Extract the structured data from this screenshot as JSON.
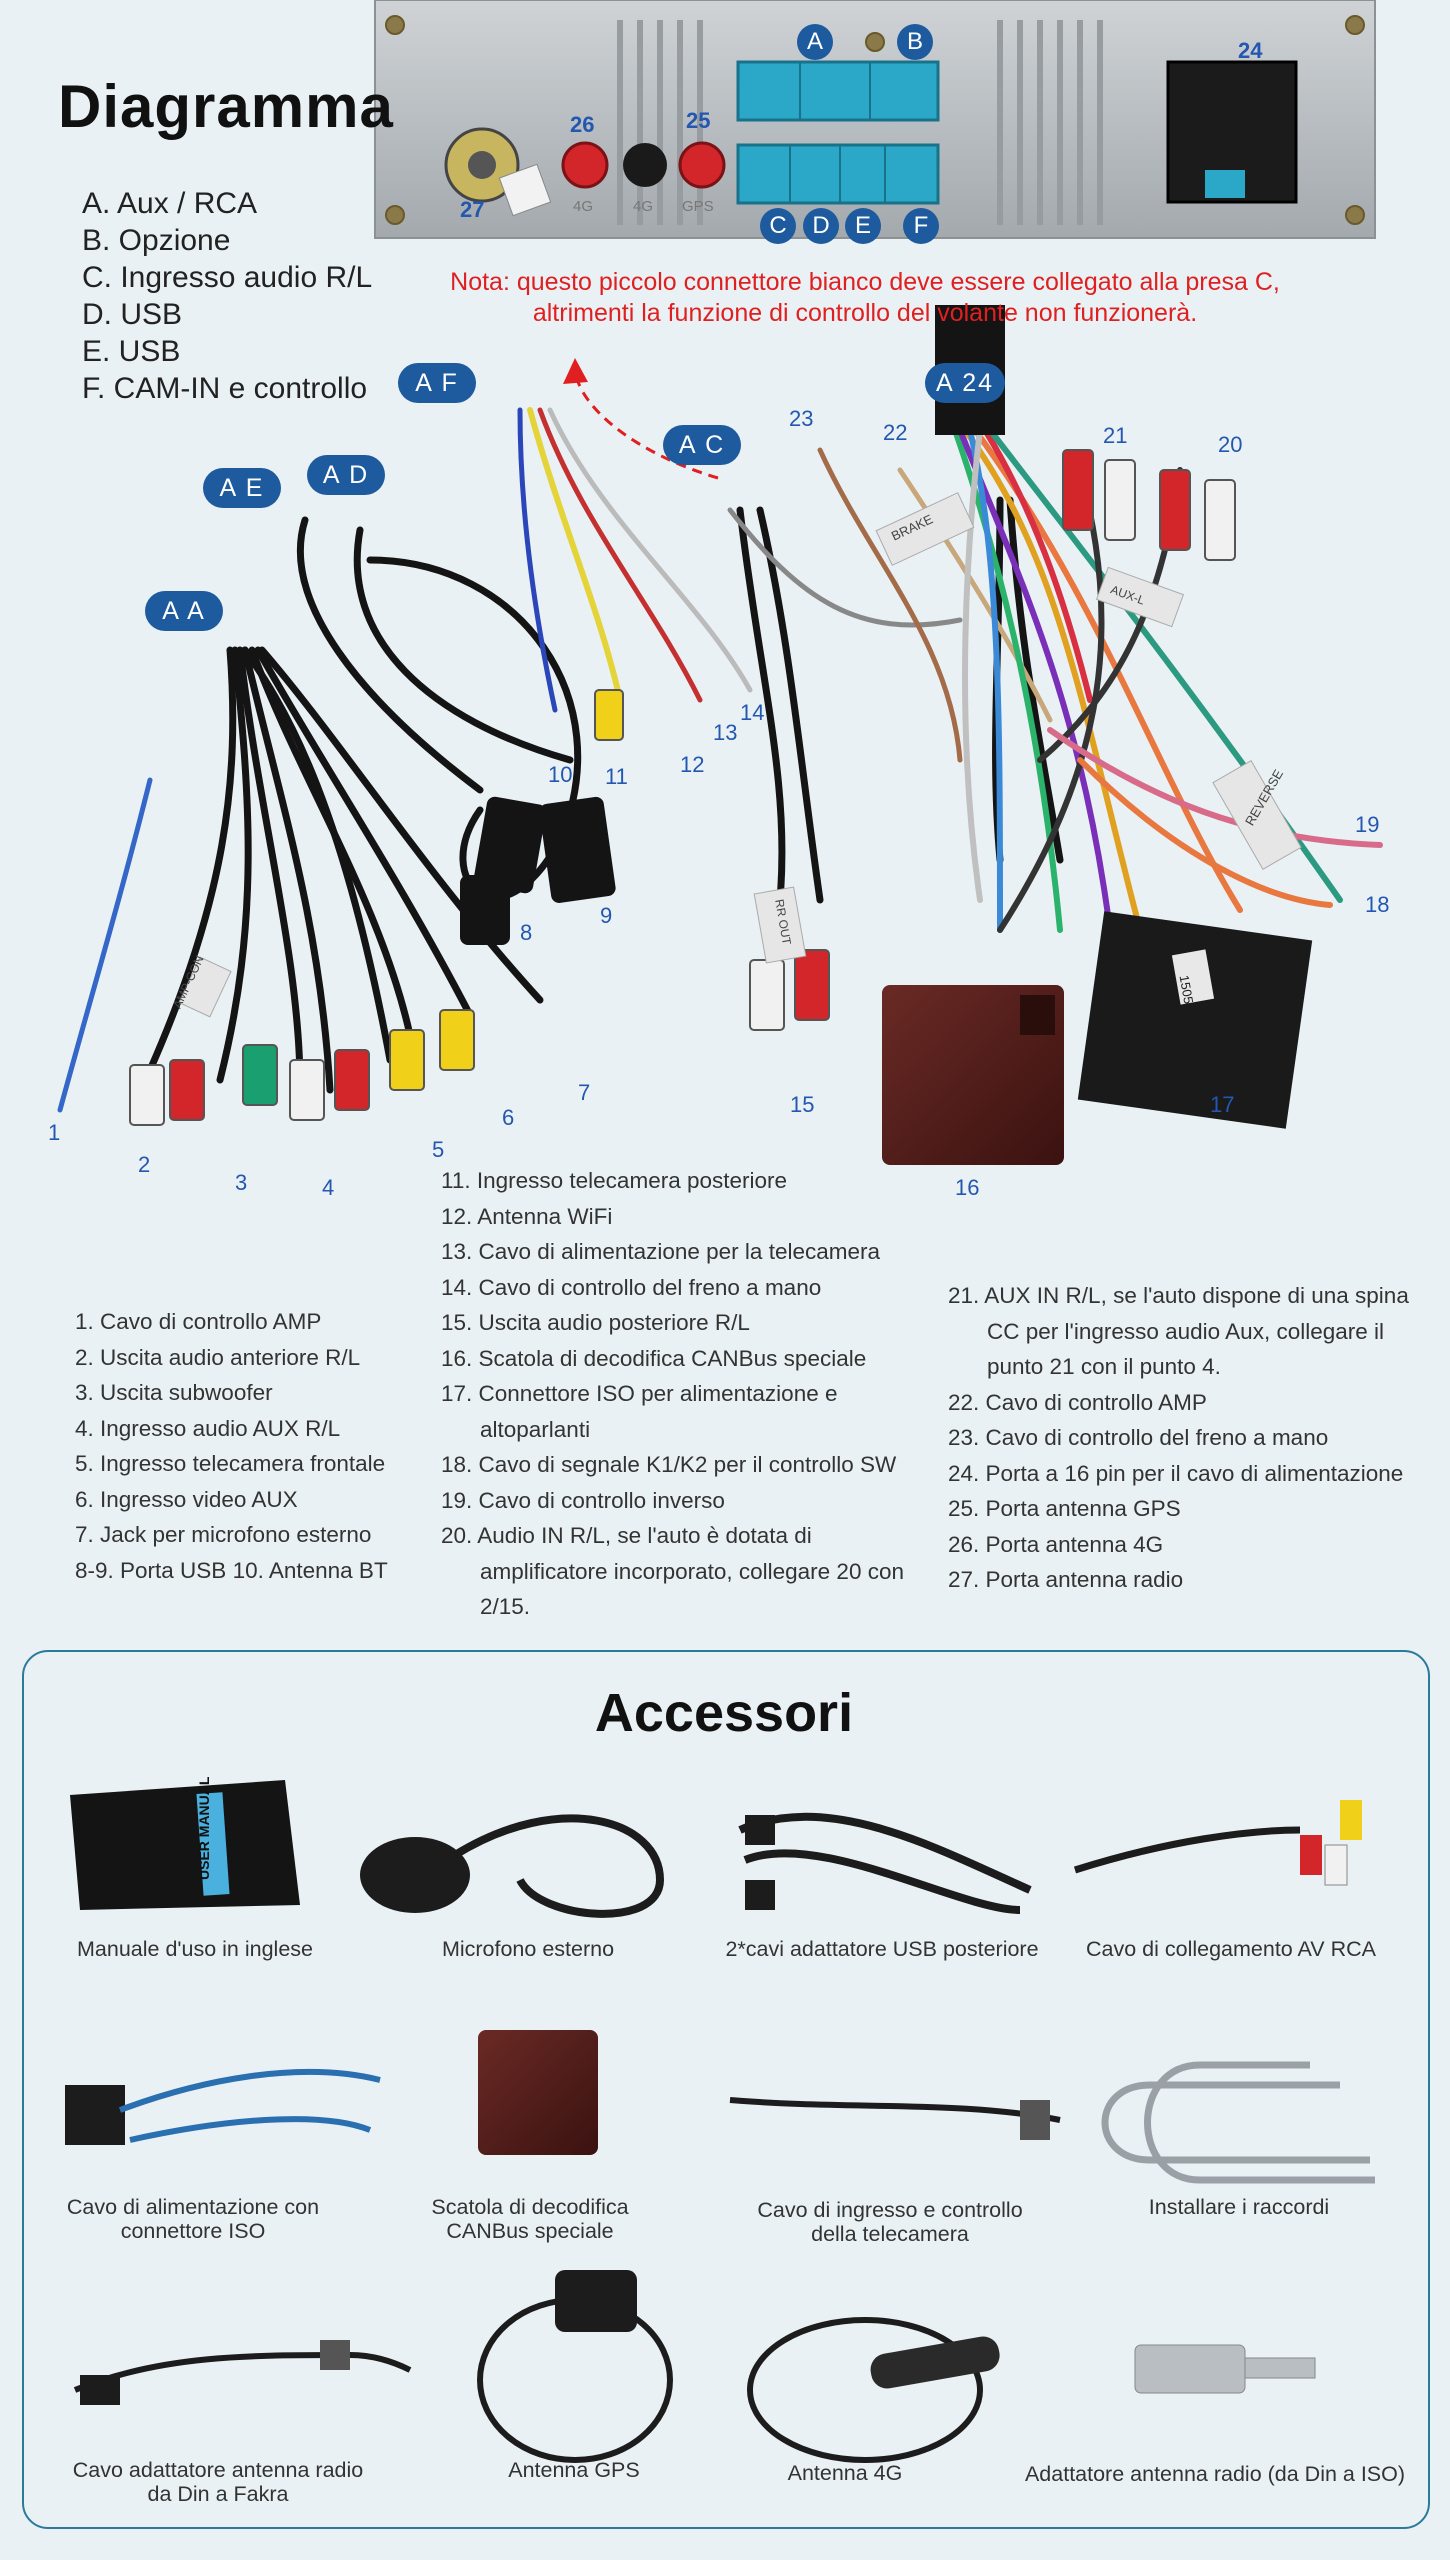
{
  "diagram": {
    "title": "Diagramma",
    "port_legend": [
      "A. Aux / RCA",
      "B. Opzione",
      "C. Ingresso audio R/L",
      "D. USB",
      "E. USB",
      "F. CAM-IN e controllo"
    ],
    "note_line1": "Nota: questo piccolo connettore bianco deve essere collegato alla presa C,",
    "note_line2": "altrimenti la funzione di controllo del volante non funzionerà.",
    "unit_ports": {
      "a": "A",
      "b": "B",
      "c": "C",
      "d": "D",
      "e": "E",
      "f": "F",
      "n24": "24",
      "n25": "25",
      "n26": "26",
      "n27": "27"
    },
    "unit_labels": {
      "gps": "GPS",
      "g4a": "4G",
      "g4b": "4G"
    },
    "badges": {
      "af": "A F",
      "ac": "A C",
      "a24": "A 24",
      "ae": "A E",
      "ad": "A D",
      "aa": "A A"
    },
    "numbers": {
      "n1": "1",
      "n2": "2",
      "n3": "3",
      "n4": "4",
      "n5": "5",
      "n6": "6",
      "n7": "7",
      "n8": "8",
      "n9": "9",
      "n10": "10",
      "n11": "11",
      "n12": "12",
      "n13": "13",
      "n14": "14",
      "n15": "15",
      "n16": "16",
      "n17": "17",
      "n18": "18",
      "n19": "19",
      "n20": "20",
      "n21": "21",
      "n22": "22",
      "n23": "23"
    },
    "cable_tags": {
      "brake": "BRAKE",
      "reverse": "REVERSE",
      "ampcon": "AMP-CON",
      "rrout": "RR OUT",
      "aux": "AUX-L",
      "iso": "1505"
    },
    "legend_col1": [
      "1. Cavo di controllo AMP",
      "2. Uscita audio anteriore R/L",
      "3. Uscita subwoofer",
      "4. Ingresso audio AUX R/L",
      "5. Ingresso telecamera frontale",
      "6. Ingresso video AUX",
      "7. Jack per microfono esterno",
      "8-9. Porta USB 10. Antenna BT"
    ],
    "legend_col2": [
      "11. Ingresso telecamera posteriore",
      "12. Antenna WiFi",
      "13. Cavo di alimentazione per la telecamera",
      "14. Cavo di controllo del freno a mano",
      "15. Uscita audio posteriore R/L",
      "16. Scatola di decodifica CANBus speciale",
      "17. Connettore ISO per alimentazione e altoparlanti",
      "18. Cavo di segnale K1/K2 per il controllo SW",
      "19. Cavo di controllo inverso",
      "20. Audio IN R/L, se l'auto è dotata di amplificatore incorporato, collegare 20 con 2/15."
    ],
    "legend_col3": [
      "21. AUX IN R/L, se l'auto dispone di una spina CC per l'ingresso audio Aux, collegare il punto 21 con il punto 4.",
      "22. Cavo di controllo AMP",
      "23. Cavo di controllo del freno a mano",
      "24. Porta a 16 pin per il cavo di alimentazione",
      "25. Porta antenna GPS",
      "26. Porta antenna 4G",
      "27. Porta antenna radio"
    ]
  },
  "accessories": {
    "title": "Accessori",
    "manual_cover": "USER MANUAL",
    "items": [
      {
        "caption": "Manuale d'uso in inglese"
      },
      {
        "caption": "Microfono esterno"
      },
      {
        "caption": "2*cavi adattatore USB posteriore"
      },
      {
        "caption": "Cavo di collegamento AV RCA"
      },
      {
        "caption": "Cavo di alimentazione con connettore ISO"
      },
      {
        "caption": "Scatola di decodifica CANBus speciale"
      },
      {
        "caption": "Cavo di ingresso e controllo della telecamera"
      },
      {
        "caption": "Installare i raccordi"
      },
      {
        "caption": "Cavo adattatore antenna radio da Din a Fakra"
      },
      {
        "caption": "Antenna GPS"
      },
      {
        "caption": "Antenna 4G"
      },
      {
        "caption": "Adattatore antenna radio (da Din a ISO)"
      }
    ]
  },
  "colors": {
    "badge": "#1d5a9e",
    "number": "#2357b0",
    "note": "#e02020",
    "background": "#e9f1f5",
    "frame": "#2a7a9a"
  }
}
